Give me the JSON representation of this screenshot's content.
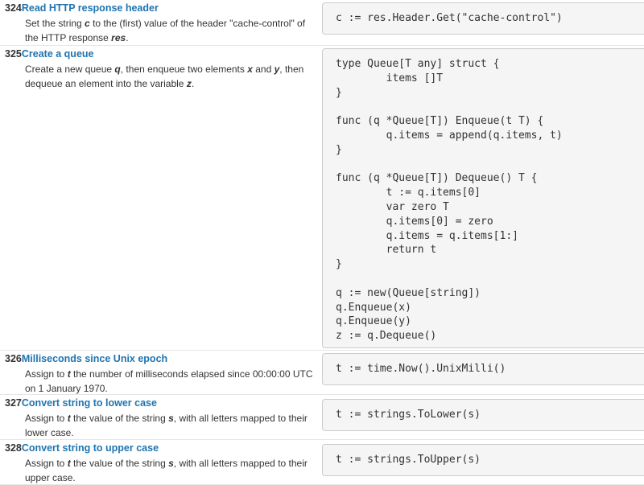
{
  "idioms": [
    {
      "number": "324",
      "title": "Read HTTP response header",
      "desc": [
        "Set the string ",
        "c",
        " to the (first) value of the header \"cache-control\" of the HTTP response ",
        "res",
        "."
      ],
      "code": "c := res.Header.Get(\"cache-control\")"
    },
    {
      "number": "325",
      "title": "Create a queue",
      "desc": [
        "Create a new queue ",
        "q",
        ", then enqueue two elements ",
        "x",
        " and ",
        "y",
        ", then dequeue an element into the variable ",
        "z",
        "."
      ],
      "code": "type Queue[T any] struct {\n        items []T\n}\n\nfunc (q *Queue[T]) Enqueue(t T) {\n        q.items = append(q.items, t)\n}\n\nfunc (q *Queue[T]) Dequeue() T {\n        t := q.items[0]\n        var zero T\n        q.items[0] = zero\n        q.items = q.items[1:]\n        return t\n}\n\nq := new(Queue[string])\nq.Enqueue(x)\nq.Enqueue(y)\nz := q.Dequeue()"
    },
    {
      "number": "326",
      "title": "Milliseconds since Unix epoch",
      "desc": [
        "Assign to ",
        "t",
        " the number of milliseconds elapsed since 00:00:00 UTC on 1 January 1970."
      ],
      "code": "t := time.Now().UnixMilli()"
    },
    {
      "number": "327",
      "title": "Convert string to lower case",
      "desc": [
        "Assign to ",
        "t",
        " the value of the string ",
        "s",
        ", with all letters mapped to their lower case."
      ],
      "code": "t := strings.ToLower(s)"
    },
    {
      "number": "328",
      "title": "Convert string to upper case",
      "desc": [
        "Assign to ",
        "t",
        " the value of the string ",
        "s",
        ", with all letters mapped to their upper case."
      ],
      "code": "t := strings.ToUpper(s)"
    }
  ]
}
